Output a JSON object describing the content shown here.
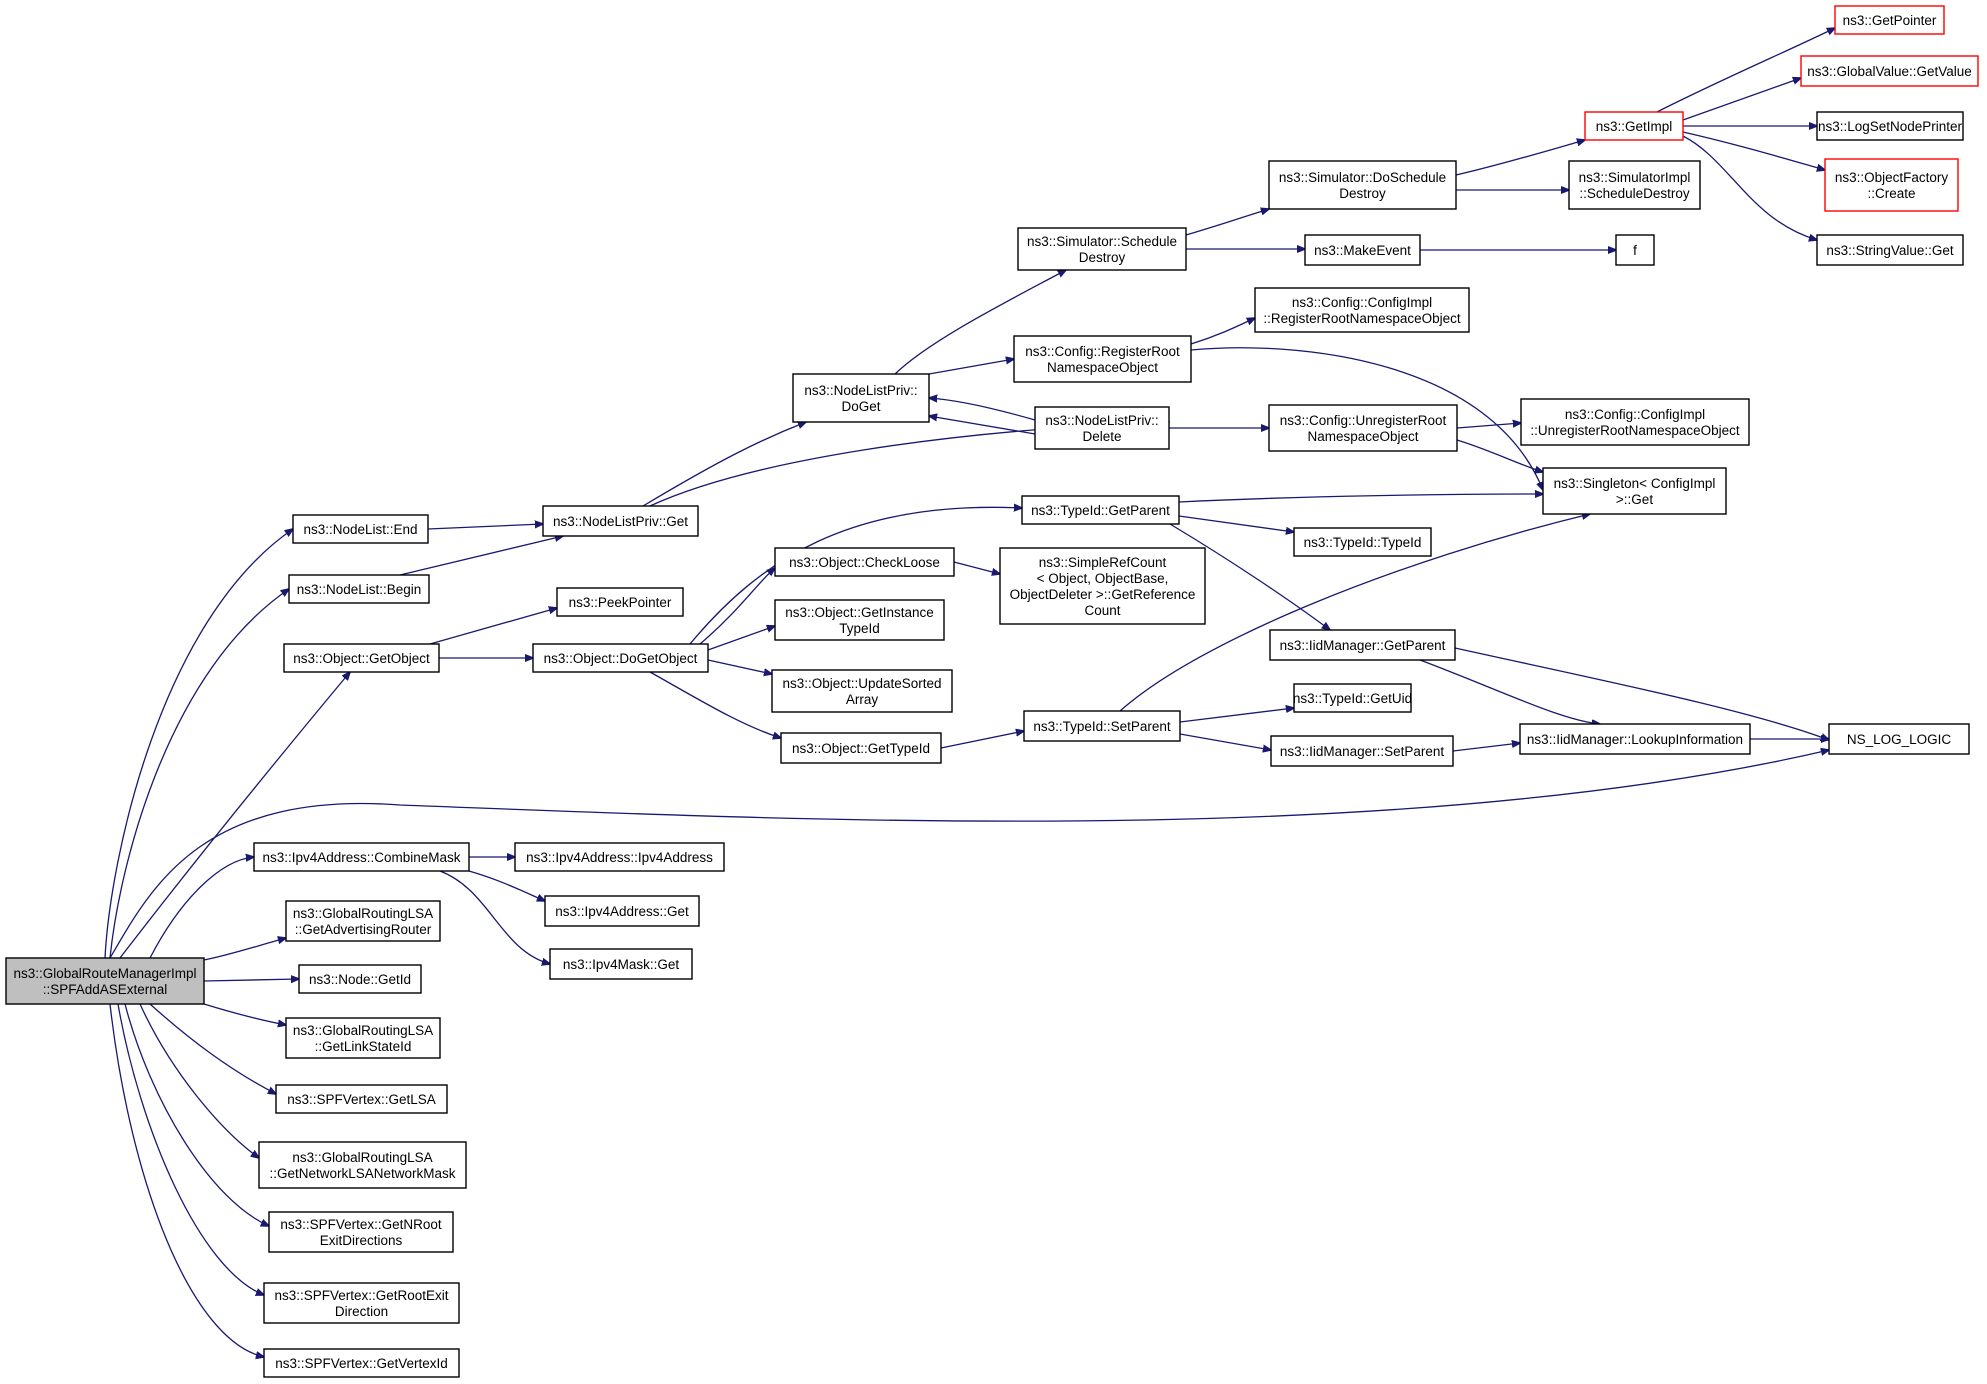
{
  "colors": {
    "edge": "#191970",
    "root_fill": "#bfbfbf",
    "truncated_border": "#ff0000",
    "node_border": "#000000"
  },
  "nodes": [
    {
      "id": "root",
      "lines": [
        "ns3::GlobalRouteManagerImpl",
        "::SPFAddASExternal"
      ],
      "root": true
    },
    {
      "id": "nlEnd",
      "lines": [
        "ns3::NodeList::End"
      ]
    },
    {
      "id": "nlBegin",
      "lines": [
        "ns3::NodeList::Begin"
      ]
    },
    {
      "id": "objGetObject",
      "lines": [
        "ns3::Object::GetObject"
      ]
    },
    {
      "id": "ipv4Combine",
      "lines": [
        "ns3::Ipv4Address::CombineMask"
      ]
    },
    {
      "id": "glsaAdvRouter",
      "lines": [
        "ns3::GlobalRoutingLSA",
        "::GetAdvertisingRouter"
      ]
    },
    {
      "id": "nodeGetId",
      "lines": [
        "ns3::Node::GetId"
      ]
    },
    {
      "id": "glsaLinkState",
      "lines": [
        "ns3::GlobalRoutingLSA",
        "::GetLinkStateId"
      ]
    },
    {
      "id": "spfGetLSA",
      "lines": [
        "ns3::SPFVertex::GetLSA"
      ]
    },
    {
      "id": "glsaNetMask",
      "lines": [
        "ns3::GlobalRoutingLSA",
        "::GetNetworkLSANetworkMask"
      ]
    },
    {
      "id": "spfNRoot",
      "lines": [
        "ns3::SPFVertex::GetNRoot",
        "ExitDirections"
      ]
    },
    {
      "id": "spfRootExit",
      "lines": [
        "ns3::SPFVertex::GetRootExit",
        "Direction"
      ]
    },
    {
      "id": "spfVertexId",
      "lines": [
        "ns3::SPFVertex::GetVertexId"
      ]
    },
    {
      "id": "nlpGet",
      "lines": [
        "ns3::NodeListPriv::Get"
      ]
    },
    {
      "id": "peekPointer",
      "lines": [
        "ns3::PeekPointer"
      ]
    },
    {
      "id": "doGetObject",
      "lines": [
        "ns3::Object::DoGetObject"
      ]
    },
    {
      "id": "ipv4Ctor",
      "lines": [
        "ns3::Ipv4Address::Ipv4Address"
      ]
    },
    {
      "id": "ipv4Get",
      "lines": [
        "ns3::Ipv4Address::Get"
      ]
    },
    {
      "id": "maskGet",
      "lines": [
        "ns3::Ipv4Mask::Get"
      ]
    },
    {
      "id": "nlpDoGet",
      "lines": [
        "ns3::NodeListPriv::",
        "DoGet"
      ]
    },
    {
      "id": "checkLoose",
      "lines": [
        "ns3::Object::CheckLoose"
      ]
    },
    {
      "id": "getInstTypeId",
      "lines": [
        "ns3::Object::GetInstance",
        "TypeId"
      ]
    },
    {
      "id": "updateSorted",
      "lines": [
        "ns3::Object::UpdateSorted",
        "Array"
      ]
    },
    {
      "id": "objGetTypeId",
      "lines": [
        "ns3::Object::GetTypeId"
      ]
    },
    {
      "id": "simSchedDestroy",
      "lines": [
        "ns3::Simulator::Schedule",
        "Destroy"
      ]
    },
    {
      "id": "cfgRegister",
      "lines": [
        "ns3::Config::RegisterRoot",
        "NamespaceObject"
      ]
    },
    {
      "id": "nlpDelete",
      "lines": [
        "ns3::NodeListPriv::",
        "Delete"
      ]
    },
    {
      "id": "typeGetParent",
      "lines": [
        "ns3::TypeId::GetParent"
      ]
    },
    {
      "id": "simpleRefCount",
      "lines": [
        "ns3::SimpleRefCount",
        "< Object, ObjectBase,",
        "ObjectDeleter >::GetReference",
        "Count"
      ]
    },
    {
      "id": "typeSetParent",
      "lines": [
        "ns3::TypeId::SetParent"
      ]
    },
    {
      "id": "simDoSched",
      "lines": [
        "ns3::Simulator::DoSchedule",
        "Destroy"
      ]
    },
    {
      "id": "makeEvent",
      "lines": [
        "ns3::MakeEvent"
      ]
    },
    {
      "id": "cfgImplRegister",
      "lines": [
        "ns3::Config::ConfigImpl",
        "::RegisterRootNamespaceObject"
      ]
    },
    {
      "id": "cfgUnregister",
      "lines": [
        "ns3::Config::UnregisterRoot",
        "NamespaceObject"
      ]
    },
    {
      "id": "typeIdCtor",
      "lines": [
        "ns3::TypeId::TypeId"
      ]
    },
    {
      "id": "iidGetParent",
      "lines": [
        "ns3::IidManager::GetParent"
      ]
    },
    {
      "id": "typeGetUid",
      "lines": [
        "ns3::TypeId::GetUid"
      ]
    },
    {
      "id": "iidSetParent",
      "lines": [
        "ns3::IidManager::SetParent"
      ]
    },
    {
      "id": "getImpl",
      "lines": [
        "ns3::GetImpl"
      ],
      "truncated": true
    },
    {
      "id": "simImplSched",
      "lines": [
        "ns3::SimulatorImpl",
        "::ScheduleDestroy"
      ]
    },
    {
      "id": "fNode",
      "lines": [
        "f"
      ]
    },
    {
      "id": "cfgImplUnregister",
      "lines": [
        "ns3::Config::ConfigImpl",
        "::UnregisterRootNamespaceObject"
      ]
    },
    {
      "id": "singletonGet",
      "lines": [
        "ns3::Singleton< ConfigImpl",
        " >::Get"
      ]
    },
    {
      "id": "iidLookup",
      "lines": [
        "ns3::IidManager::LookupInformation"
      ]
    },
    {
      "id": "getPointer",
      "lines": [
        "ns3::GetPointer"
      ],
      "truncated": true
    },
    {
      "id": "gvGetValue",
      "lines": [
        "ns3::GlobalValue::GetValue"
      ],
      "truncated": true
    },
    {
      "id": "logSetNode",
      "lines": [
        "ns3::LogSetNodePrinter"
      ]
    },
    {
      "id": "objFactCreate",
      "lines": [
        "ns3::ObjectFactory",
        "::Create"
      ],
      "truncated": true
    },
    {
      "id": "strValGet",
      "lines": [
        "ns3::StringValue::Get"
      ]
    },
    {
      "id": "nsLogLogic",
      "lines": [
        "NS_LOG_LOGIC"
      ]
    }
  ]
}
